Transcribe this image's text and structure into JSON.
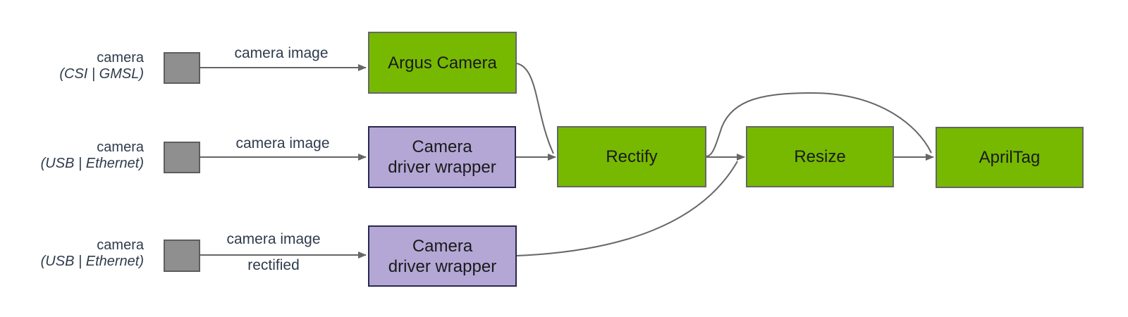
{
  "colors": {
    "background": "#FFFFFF",
    "node_green": "#76B900",
    "node_green_border": "#666666",
    "node_purple": "#B4A7D6",
    "node_purple_border": "#29294D",
    "camera_square": "#8F8F8F",
    "camera_square_border": "#5E5E5E",
    "connector": "#666666",
    "edge_label_text": "#2F3B4C",
    "node_label_text": "#1A1A1A"
  },
  "sources": [
    {
      "line1": "camera",
      "line2": "(CSI | GMSL)"
    },
    {
      "line1": "camera",
      "line2": "(USB | Ethernet)"
    },
    {
      "line1": "camera",
      "line2": "(USB | Ethernet)"
    }
  ],
  "nodes": {
    "argus": {
      "label": "Argus Camera"
    },
    "wrapper1": {
      "label": "Camera\ndriver wrapper"
    },
    "wrapper2": {
      "label": "Camera\ndriver wrapper"
    },
    "rectify": {
      "label": "Rectify"
    },
    "resize": {
      "label": "Resize"
    },
    "apriltag": {
      "label": "AprilTag"
    }
  },
  "edge_labels": {
    "e1": "camera image",
    "e2": "camera image",
    "e3_top": "camera image",
    "e3_bottom": "rectified"
  }
}
